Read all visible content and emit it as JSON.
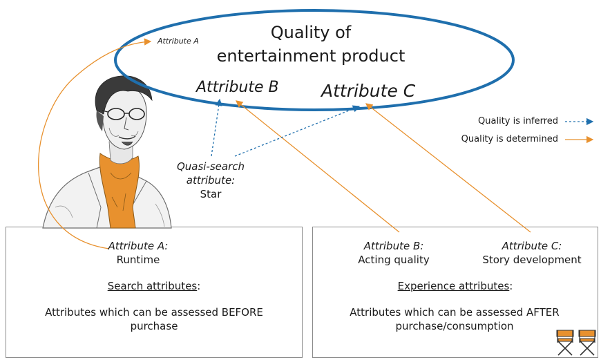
{
  "ellipse": {
    "title_line1": "Quality of",
    "title_line2": "entertainment product",
    "attribute_a_small": "Attribute A",
    "attribute_b": "Attribute B",
    "attribute_c": "Attribute C"
  },
  "legend": {
    "inferred": "Quality is inferred",
    "determined": "Quality is determined"
  },
  "quasi_search": {
    "line1": "Quasi-search",
    "line2": "attribute:",
    "value": "Star"
  },
  "search_box": {
    "attr_label": "Attribute A:",
    "attr_value": "Runtime",
    "heading": "Search attributes",
    "heading_suffix": ":",
    "description": "Attributes which can be assessed BEFORE purchase"
  },
  "experience_box": {
    "attr_b_label": "Attribute B:",
    "attr_b_value": "Acting quality",
    "attr_c_label": "Attribute C:",
    "attr_c_value": "Story development",
    "heading": "Experience attributes",
    "heading_suffix": ":",
    "description": "Attributes which can be assessed AFTER purchase/consumption"
  },
  "colors": {
    "ellipse_stroke": "#1f6fad",
    "inferred_arrow": "#1f6fad",
    "determined_arrow": "#e8912e",
    "box_border": "#8a8a8a",
    "scarf": "#e8912e"
  },
  "icons": [
    "man-portrait-illustration",
    "directors-chair-icon",
    "directors-chair-icon"
  ]
}
